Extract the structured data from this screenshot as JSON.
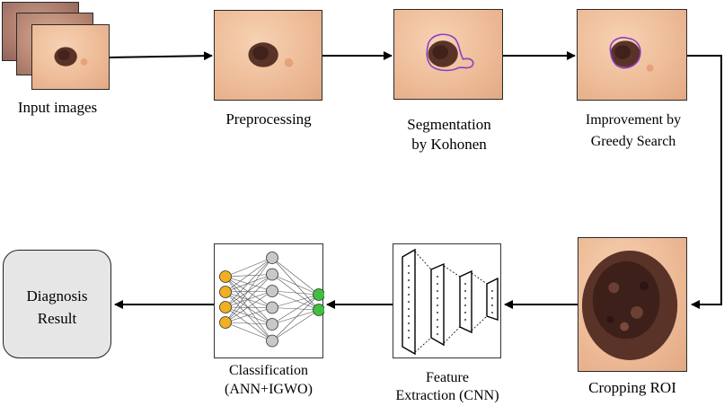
{
  "stages": {
    "input": "Input images",
    "preprocessing": "Preprocessing",
    "segmentation_line1": "Segmentation",
    "segmentation_line2": "by Kohonen",
    "improvement_line1": "Improvement by",
    "improvement_line2": "Greedy Search",
    "cropping": "Cropping ROI",
    "feature_line1": "Feature",
    "feature_line2": "Extraction (CNN)",
    "classification_line1": "Classification",
    "classification_line2": "(ANN+IGWO)",
    "result_line1": "Diagnosis",
    "result_line2": "Result"
  },
  "colors": {
    "lesion": "#5a3328",
    "segmentation_contour": "#8a3cc8",
    "input_nodes": "#f0b020",
    "hidden_nodes": "#c8c8c8",
    "output_nodes": "#40c040",
    "result_box": "#e6e6e6"
  }
}
